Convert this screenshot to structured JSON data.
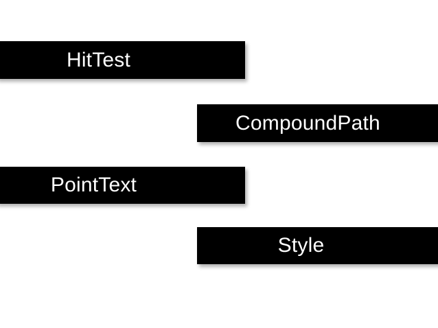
{
  "slide": {
    "background_color": "#ffffff",
    "bar_color": "#000000",
    "text_color": "#ffffff",
    "items": [
      {
        "label": "HitTest"
      },
      {
        "label": "CompoundPath"
      },
      {
        "label": "PointText"
      },
      {
        "label": "Style"
      }
    ]
  }
}
